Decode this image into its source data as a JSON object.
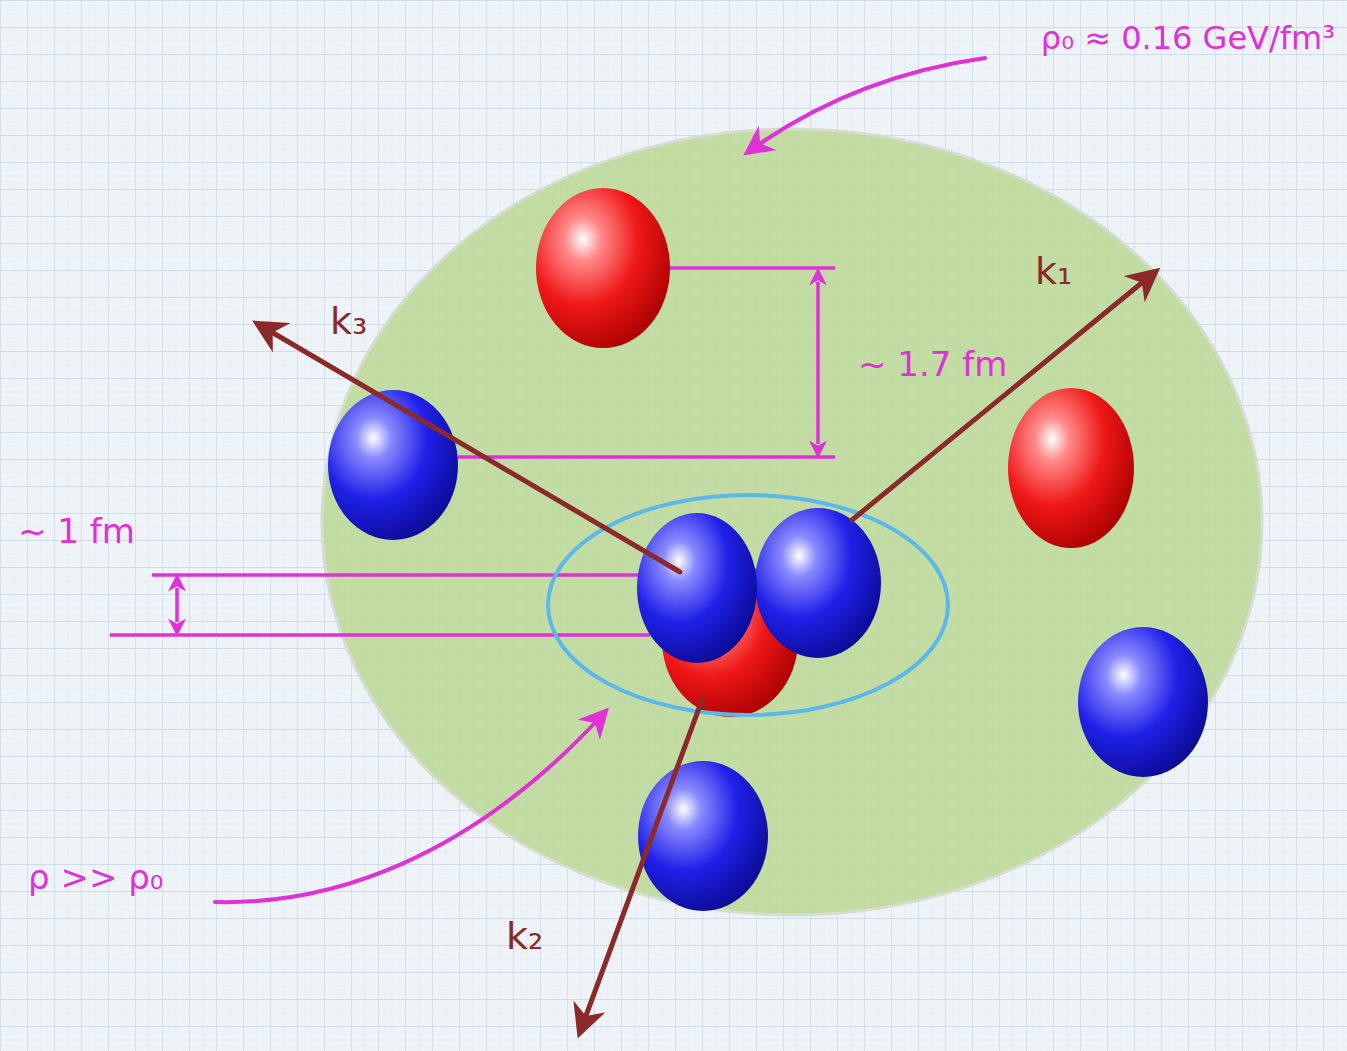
{
  "diagram": {
    "labels": [
      "ρ₀ ≈ 0.16 GeV/fm³",
      "k₁",
      "k₃",
      "~ 1.7 fm",
      "~ 1 fm",
      "ρ >> ρ₀",
      "k₂"
    ]
  }
}
